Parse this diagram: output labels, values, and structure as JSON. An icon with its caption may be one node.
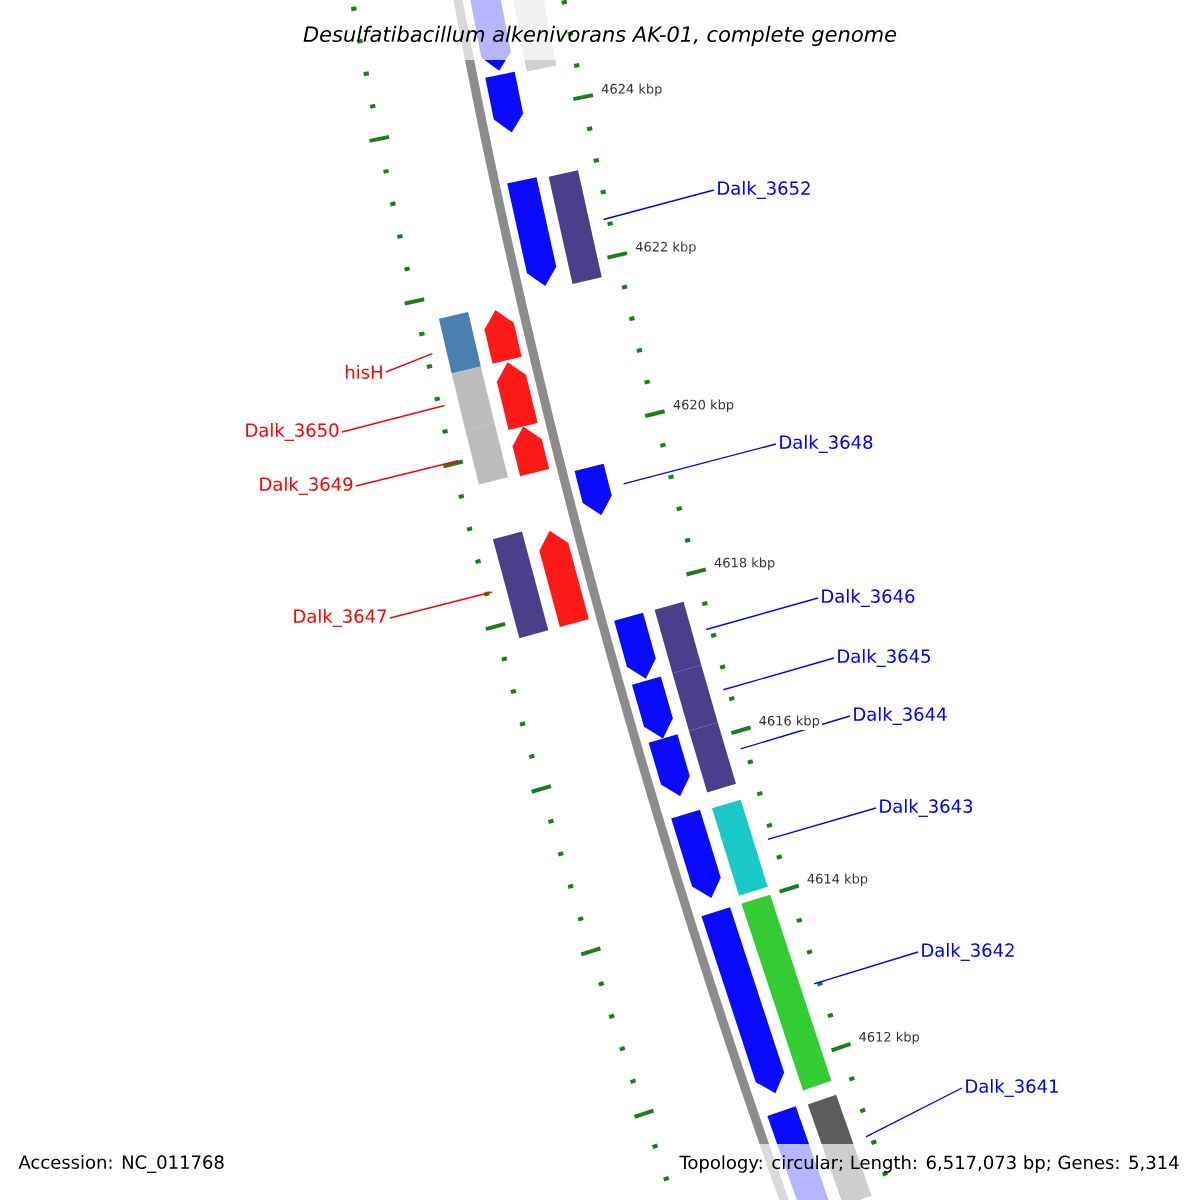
{
  "diagram": {
    "title": "Desulfatibacillum alkenivorans AK-01, complete genome",
    "nodes": [
      {
        "text": [
          "Dalk_3652"
        ]
      },
      {
        "text": [],
        "shape": "bar"
      },
      {
        "text": [
          "hisH"
        ]
      },
      {
        "text": [],
        "shape": "bar"
      },
      {
        "text": [
          "Dalk_3650"
        ]
      },
      {
        "text": [],
        "shape": "bar"
      },
      {
        "text": [
          "Dalk_3649"
        ]
      },
      {
        "text": [],
        "shape": "bar"
      },
      {
        "text": [
          "Dalk_3648"
        ]
      },
      {
        "text": [],
        "shape": "bar"
      },
      {
        "text": [
          "Dalk_3647"
        ]
      },
      {
        "text": [],
        "shape": "bar"
      },
      {
        "text": [
          "Dalk_3646"
        ]
      },
      {
        "text": [],
        "shape": "bar"
      },
      {
        "text": [
          "Dalk_3645"
        ]
      },
      {
        "text": [],
        "shape": "bar"
      },
      {
        "text": [
          "Dalk_3644"
        ]
      },
      {
        "text": [],
        "shape": "bar"
      },
      {
        "text": [
          "Dalk_3643"
        ]
      },
      {
        "text": [],
        "shape": "bar"
      },
      {
        "text": [
          "Dalk_3642"
        ]
      },
      {
        "text": [],
        "shape": "bar"
      },
      {
        "text": [
          "Dalk_3641"
        ]
      },
      {
        "text": [],
        "shape": "bar"
      }
    ],
    "edges": [
      {
        "from": 0,
        "to": 1,
        "arrow": "none"
      },
      {
        "from": 2,
        "to": 3,
        "arrow": "none",
        "color": "#ff0000"
      },
      {
        "from": 4,
        "to": 5,
        "arrow": "none",
        "color": "#ff0000"
      },
      {
        "from": 6,
        "to": 7,
        "arrow": "none",
        "color": "#ff0000"
      },
      {
        "from": 8,
        "to": 9,
        "arrow": "none"
      },
      {
        "from": 10,
        "to": 11,
        "arrow": "none",
        "color": "#ff0000"
      },
      {
        "from": 12,
        "to": 13,
        "arrow": "none"
      },
      {
        "from": 14,
        "to": 15,
        "arrow": "none"
      },
      {
        "from": 16,
        "to": 17,
        "arrow": "none"
      },
      {
        "from": 18,
        "to": 19,
        "arrow": "none"
      },
      {
        "from": 20,
        "to": 21,
        "arrow": "none"
      },
      {
        "from": 22,
        "to": 23,
        "arrow": "none"
      }
    ],
    "labels": [
      "4624 kbp",
      "4622 kbp",
      "4620 kbp",
      "4618 kbp",
      "4616 kbp",
      "4614 kbp",
      "4612 kbp",
      "Accession: NC_011768",
      "Topology: circular; Length: 6,517,073 bp; Genes: 5,314"
    ]
  }
}
